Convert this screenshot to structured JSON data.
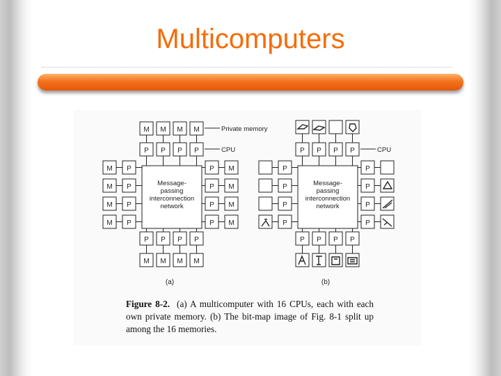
{
  "slide": {
    "title": "Multicomputers"
  },
  "figure": {
    "a": {
      "memory_label": "M",
      "processor_label": "P",
      "private_memory_label": "Private memory",
      "cpu_label": "CPU",
      "network_lines": [
        "Message-",
        "passing",
        "interconnection",
        "network"
      ],
      "sublabel": "(a)"
    },
    "b": {
      "processor_label": "P",
      "cpu_label": "CPU",
      "network_lines": [
        "Message-",
        "passing",
        "interconnection",
        "network"
      ],
      "sublabel": "(b)"
    },
    "caption": {
      "label": "Figure 8-2.",
      "text": "(a) A multicomputer with 16 CPUs, each with each own private memory. (b) The bit-map image of Fig. 8-1 split up among the 16 memories."
    }
  },
  "colors": {
    "title": "#f36d0a",
    "bar": "#f4731c"
  }
}
